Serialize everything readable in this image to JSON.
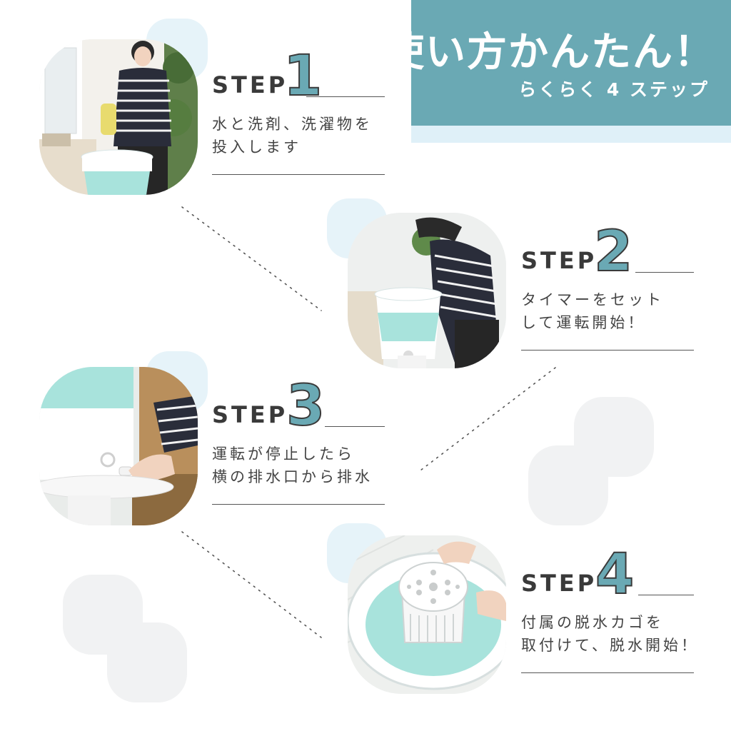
{
  "banner": {
    "title": "使い方かんたん！",
    "subtitle": "らくらく 4 ステップ"
  },
  "colors": {
    "accent": "#6aa9b4",
    "banner_light": "#dff0f8",
    "tub_mint": "#a8e3dc"
  },
  "steps": [
    {
      "word": "STEP",
      "number": "1",
      "line1": "水と洗剤、洗濯物を",
      "line2": "投入します"
    },
    {
      "word": "STEP",
      "number": "2",
      "line1": "タイマーをセット",
      "line2": "して運転開始！"
    },
    {
      "word": "STEP",
      "number": "3",
      "line1": "運転が停止したら",
      "line2": "横の排水口から排水"
    },
    {
      "word": "STEP",
      "number": "4",
      "line1": "付属の脱水カゴを",
      "line2": "取付けて、脱水開始！"
    }
  ]
}
